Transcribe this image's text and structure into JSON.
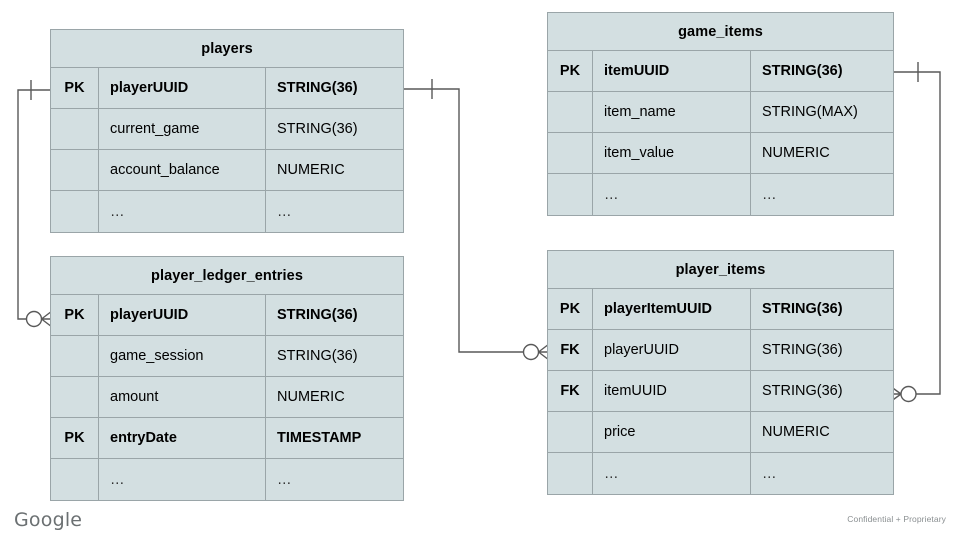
{
  "diagram": {
    "type": "entity-relationship-diagram",
    "notation": "crow's-foot",
    "palette": {
      "entity_fill": "#d3dfe1",
      "entity_border": "#9aa5a8",
      "connector": "#595959",
      "text": "#000000",
      "background": "#ffffff"
    }
  },
  "entities": [
    {
      "id": "players",
      "title": "players",
      "rows": [
        {
          "key": "PK",
          "name": "playerUUID",
          "type": "STRING(36)"
        },
        {
          "key": "",
          "name": "current_game",
          "type": "STRING(36)"
        },
        {
          "key": "",
          "name": "account_balance",
          "type": "NUMERIC"
        },
        {
          "key": "",
          "name": "…",
          "type": "…"
        }
      ]
    },
    {
      "id": "player_ledger_entries",
      "title": "player_ledger_entries",
      "rows": [
        {
          "key": "PK",
          "name": "playerUUID",
          "type": "STRING(36)"
        },
        {
          "key": "",
          "name": "game_session",
          "type": "STRING(36)"
        },
        {
          "key": "",
          "name": "amount",
          "type": "NUMERIC"
        },
        {
          "key": "PK",
          "name": "entryDate",
          "type": "TIMESTAMP"
        },
        {
          "key": "",
          "name": "…",
          "type": "…"
        }
      ]
    },
    {
      "id": "game_items",
      "title": "game_items",
      "rows": [
        {
          "key": "PK",
          "name": "itemUUID",
          "type": "STRING(36)"
        },
        {
          "key": "",
          "name": "item_name",
          "type": "STRING(MAX)"
        },
        {
          "key": "",
          "name": "item_value",
          "type": "NUMERIC"
        },
        {
          "key": "",
          "name": "…",
          "type": "…"
        }
      ]
    },
    {
      "id": "player_items",
      "title": "player_items",
      "rows": [
        {
          "key": "PK",
          "name": "playerItemUUID",
          "type": "STRING(36)"
        },
        {
          "key": "FK",
          "name": "playerUUID",
          "type": "STRING(36)"
        },
        {
          "key": "FK",
          "name": "itemUUID",
          "type": "STRING(36)"
        },
        {
          "key": "",
          "name": "price",
          "type": "NUMERIC"
        },
        {
          "key": "",
          "name": "…",
          "type": "…"
        }
      ]
    }
  ],
  "relationships": [
    {
      "id": "players-to-ledger",
      "from_entity": "players",
      "from_field": "playerUUID",
      "from_cardinality": "one",
      "to_entity": "player_ledger_entries",
      "to_field": "playerUUID",
      "to_cardinality": "zero-or-many"
    },
    {
      "id": "players-to-player-items",
      "from_entity": "players",
      "from_field": "playerUUID",
      "from_cardinality": "one",
      "to_entity": "player_items",
      "to_field": "playerUUID",
      "to_cardinality": "zero-or-many"
    },
    {
      "id": "game-items-to-player-items",
      "from_entity": "game_items",
      "from_field": "itemUUID",
      "from_cardinality": "one",
      "to_entity": "player_items",
      "to_field": "itemUUID",
      "to_cardinality": "zero-or-many"
    }
  ],
  "footer": {
    "logo": "Google",
    "note": "Confidential + Proprietary"
  }
}
